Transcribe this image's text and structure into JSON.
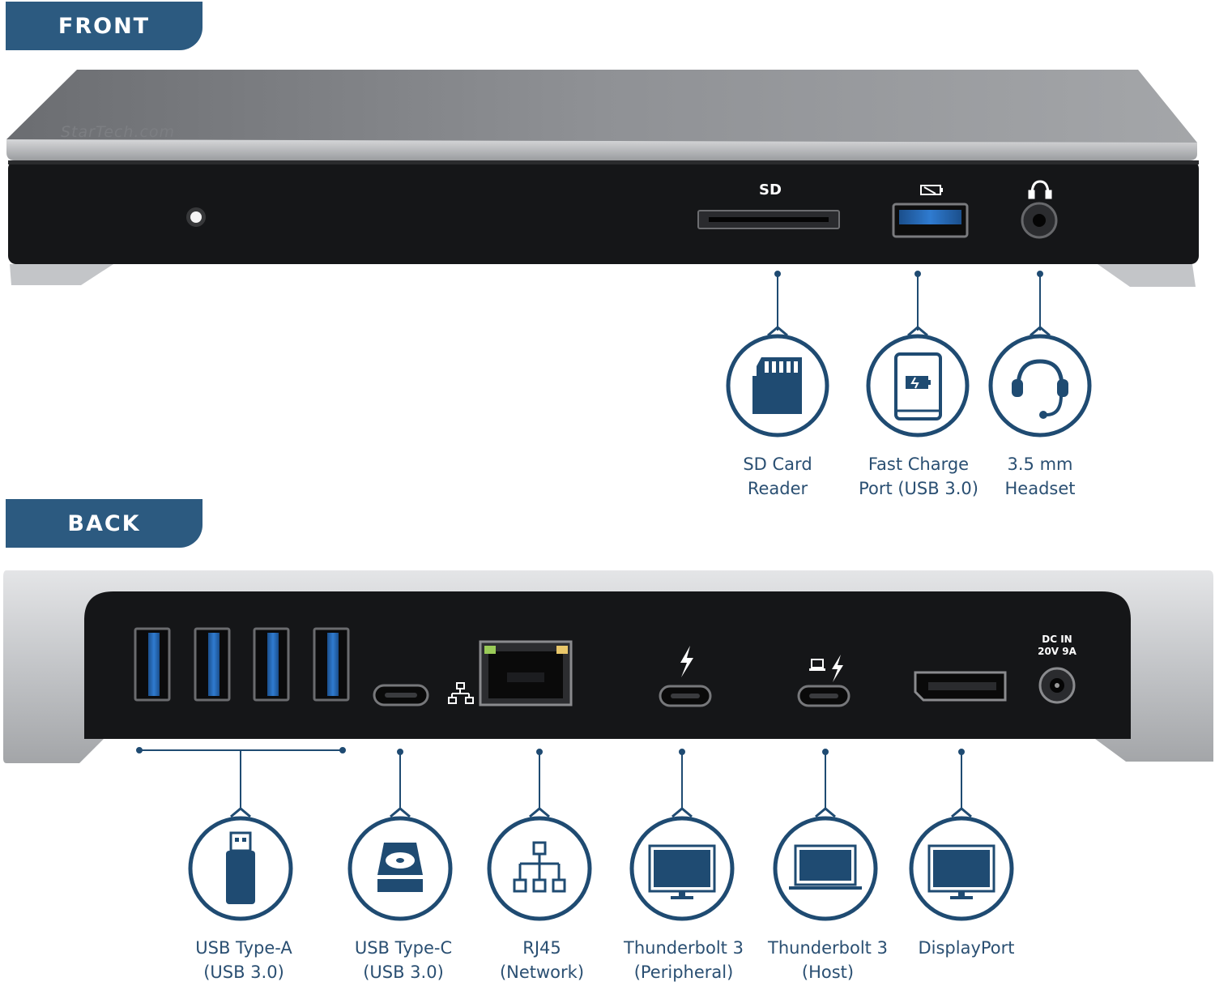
{
  "sections": {
    "front_label": "FRONT",
    "back_label": "BACK"
  },
  "device_text": {
    "brand": "StarTech.com",
    "sd_port": "SD",
    "dc_in_line1": "DC IN",
    "dc_in_line2": "20V 9A"
  },
  "front_features": [
    {
      "icon": "sd-card-icon",
      "line1": "SD Card",
      "line2": "Reader"
    },
    {
      "icon": "fast-charge-icon",
      "line1": "Fast Charge",
      "line2": "Port (USB 3.0)"
    },
    {
      "icon": "headset-icon",
      "line1": "3.5 mm",
      "line2": "Headset"
    }
  ],
  "back_features": [
    {
      "icon": "usb-drive-icon",
      "line1": "USB Type-A",
      "line2": "(USB 3.0)"
    },
    {
      "icon": "hard-drive-icon",
      "line1": "USB Type-C",
      "line2": "(USB 3.0)"
    },
    {
      "icon": "network-icon",
      "line1": "RJ45",
      "line2": "(Network)"
    },
    {
      "icon": "monitor-icon",
      "line1": "Thunderbolt 3",
      "line2": "(Peripheral)"
    },
    {
      "icon": "laptop-icon",
      "line1": "Thunderbolt 3",
      "line2": "(Host)"
    },
    {
      "icon": "monitor-icon",
      "line1": "DisplayPort",
      "line2": ""
    }
  ],
  "colors": {
    "accent": "#2c5a80",
    "icon_stroke": "#1f4b72",
    "device_dark": "#151618",
    "device_silver": "#b9bbbe",
    "usb3_blue": "#1f62ad"
  }
}
